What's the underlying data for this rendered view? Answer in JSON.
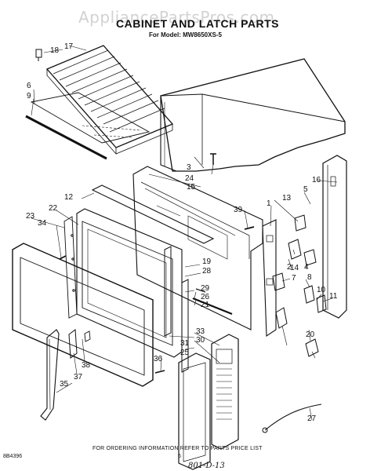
{
  "watermark": "AppliancePartsPros.com",
  "title": "CABINET AND LATCH PARTS",
  "subtitle": "For Model: MW8650XS-5",
  "footer_note": "FOR ORDERING INFORMATION REFER TO PARTS PRICE LIST",
  "diagram_code": "8B4396",
  "page_number": "6",
  "handwritten_note": "801-D-13",
  "callouts": [
    "17",
    "18",
    "6",
    "9",
    "3",
    "24",
    "15",
    "16",
    "12",
    "5",
    "13",
    "1",
    "39",
    "22",
    "23",
    "34",
    "14",
    "2",
    "4",
    "19",
    "28",
    "7",
    "8",
    "10",
    "11",
    "29",
    "26",
    "21",
    "31",
    "25",
    "33",
    "30",
    "36",
    "20",
    "38",
    "37",
    "35",
    "27"
  ]
}
